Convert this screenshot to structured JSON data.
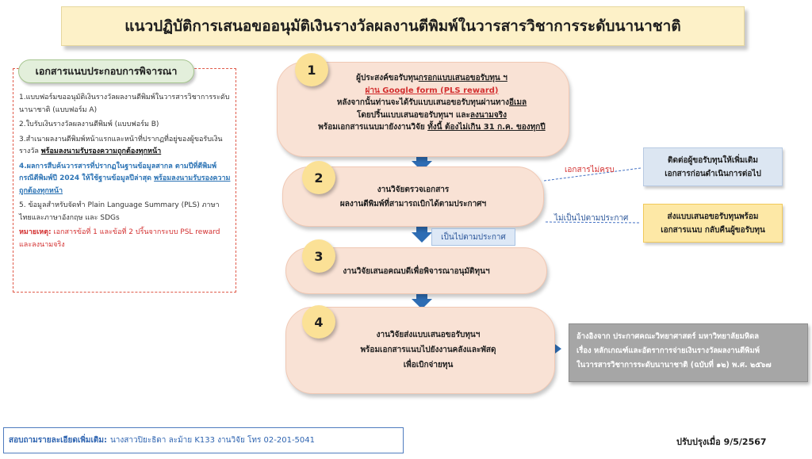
{
  "title": "แนวปฏิบัติการเสนอขออนุมัติเงินรางวัลผลงานตีพิมพ์ในวารสารวิชาการระดับนานาชาติ",
  "documents": {
    "header": "เอกสารแนบประกอบการพิจารณา",
    "item1": "1.แบบฟอร์มขออนุมัติเงินรางวัลผลงานตีพิมพ์ในวารสารวิชาการระดับนานาชาติ (แบบฟอร์ม A)",
    "item2": "2.ใบรับเงินรางวัลผลงานตีพิมพ์ (แบบฟอร์ม B)",
    "item3_text": "3.สำเนาผลงานตีพิมพ์หน้าแรกและหน้าที่ปรากฏที่อยู่ของผู้ขอรับเงินรางวัล ",
    "item3_emphasis": "พร้อมลงนามรับรองความถูกต้องทุกหน้า",
    "item4_text": "4.ผลการสืบค้นวารสารที่ปรากฏในฐานข้อมูลสากล ตามปีที่ตีพิมพ์ กรณีตีพิมพ์ปี 2024 ให้ใช้ฐานข้อมูลปีล่าสุด ",
    "item4_emphasis": "พร้อมลงนามรับรองความถูกต้องทุกหน้า",
    "item5": "5. ข้อมูลสำหรับจัดทำ Plain Language Summary (PLS) ภาษาไทยและภาษาอังกฤษ และ SDGs",
    "note_label": "หมายเหตุ:",
    "note_text": " เอกสารข้อที่ 1 และข้อที่ 2 ปริ้นจากระบบ PSL reward และลงนามจริง"
  },
  "steps": [
    {
      "number": "1",
      "line1_prefix": "ผู้ประสงค์ขอรับทุน",
      "line1_link": "กรอกแบบเสนอขอรับทุน ฯ",
      "line2": "ผ่าน Google form (PLS reward)",
      "line3_prefix": "หลังจากนั้นท่านจะได้รับแบบเสนอขอรับทุนผ่านทาง",
      "line3_link": "อีเมล",
      "line4_prefix": "โดยปริ้นแบบเสนอขอรับทุนฯ และ",
      "line4_link": "ลงนามจริง",
      "line5_prefix": "พร้อมเอกสารแนบมายังงานวิจัย ",
      "line5_emphasis": "ทั้งนี้ ต้องไม่เกิน 31 ก.ค. ของทุกปี"
    },
    {
      "number": "2",
      "line1": "งานวิจัยตรวจเอกสาร",
      "line2": "ผลงานตีพิมพ์ที่สามารถเบิกได้ตามประกาศฯ"
    },
    {
      "number": "3",
      "line1": "งานวิจัยเสนอคณบดีเพื่อพิจารณาอนุมัติทุนฯ"
    },
    {
      "number": "4",
      "line1": "งานวิจัยส่งแบบเสนอขอรับทุนฯ",
      "line2": "พร้อมเอกสารแนบไปยังงานคลังและพัสดุ",
      "line3": "เพื่อเบิกจ่ายทุน"
    }
  ],
  "branches": {
    "incomplete_label": "เอกสารไม่ครบ",
    "incomplete_action_line1": "ติดต่อผู้ขอรับทุนให้เพิ่มเติม",
    "incomplete_action_line2": "เอกสารก่อนดำเนินการต่อไป",
    "not_eligible_label": "ไม่เป็นไปตามประกาศ",
    "not_eligible_action_line1": "ส่งแบบเสนอขอรับทุนพร้อม",
    "not_eligible_action_line2": "เอกสารแนบ กลับคืนผู้ขอรับทุน",
    "eligible_label": "เป็นไปตามประกาศ"
  },
  "reference": {
    "line1": "อ้างอิงจาก ประกาศคณะวิทยาศาสตร์ มหาวิทยาลัยมหิดล",
    "line2": "เรื่อง  หลักเกณฑ์และอัตราการจ่ายเงินรางวัลผลงานตีพิมพ์",
    "line3": "ในวารสารวิชาการระดับนานาชาติ (ฉบับที่ ๑๒) พ.ศ. ๒๕๖๗"
  },
  "footer": {
    "contact_label": "สอบถามรายละเอียดเพิ่มเติม:",
    "contact_text": "นางสาวปิยะธิดา ละม้าย K133 งานวิจัย  โทร 02-201-5041",
    "updated": "ปรับปรุงเมื่อ 9/5/2567"
  },
  "colors": {
    "step_fill": "#f9e2d5",
    "number_fill": "#fbe196",
    "arrow_blue": "#2e6db4",
    "title_fill": "#fdf1c8",
    "red_accent": "#d32f2f",
    "reference_fill": "#a6a6a6"
  },
  "icons": {
    "flow_arrow": "arrow-down-icon",
    "reference_arrow": "arrow-right-icon"
  }
}
